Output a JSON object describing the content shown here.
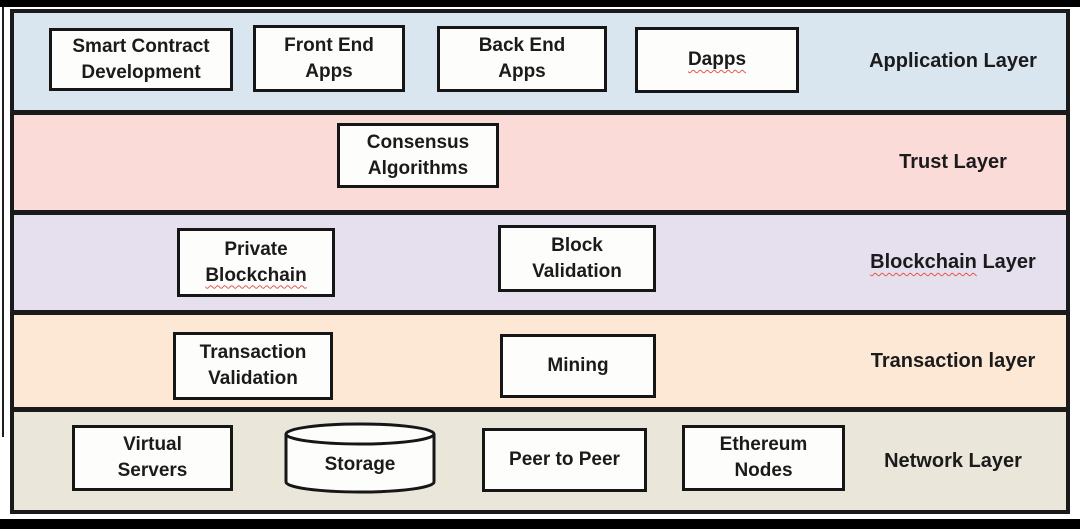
{
  "layers": [
    {
      "label": "Application Layer",
      "bg": "#d9e6f0",
      "boxes": [
        {
          "lines": [
            "Smart Contract",
            "Development"
          ]
        },
        {
          "lines": [
            "Front End",
            "Apps"
          ]
        },
        {
          "lines": [
            "Back End",
            "Apps"
          ]
        },
        {
          "lines": [
            "Dapps"
          ]
        }
      ]
    },
    {
      "label": "Trust Layer",
      "bg": "#fbdbd7",
      "boxes": [
        {
          "lines": [
            "Consensus",
            "Algorithms"
          ]
        }
      ]
    },
    {
      "label_misspelled": "Blockchain",
      "label_rest": "Layer",
      "bg": "#e5dfee",
      "boxes": [
        {
          "lines": [
            "Private",
            "Blockchain"
          ]
        },
        {
          "lines": [
            "Block",
            "Validation"
          ]
        }
      ]
    },
    {
      "label": "Transaction layer",
      "bg": "#fce8d5",
      "boxes": [
        {
          "lines": [
            "Transaction",
            "Validation"
          ]
        },
        {
          "lines": [
            "Mining"
          ]
        }
      ]
    },
    {
      "label": "Network Layer",
      "bg": "#eae6da",
      "boxes": [
        {
          "lines": [
            "Virtual",
            "Servers"
          ]
        },
        {
          "lines": [
            "Storage"
          ]
        },
        {
          "lines": [
            "Peer to Peer"
          ]
        },
        {
          "lines": [
            "Ethereum",
            "Nodes"
          ]
        }
      ]
    }
  ],
  "colors": {
    "box_fill": "#fdfdfc",
    "box_border": "#161616",
    "frame_border": "#1a1a1a",
    "spellcheck_underline": "#e2574d",
    "letterbox": "#000000"
  }
}
